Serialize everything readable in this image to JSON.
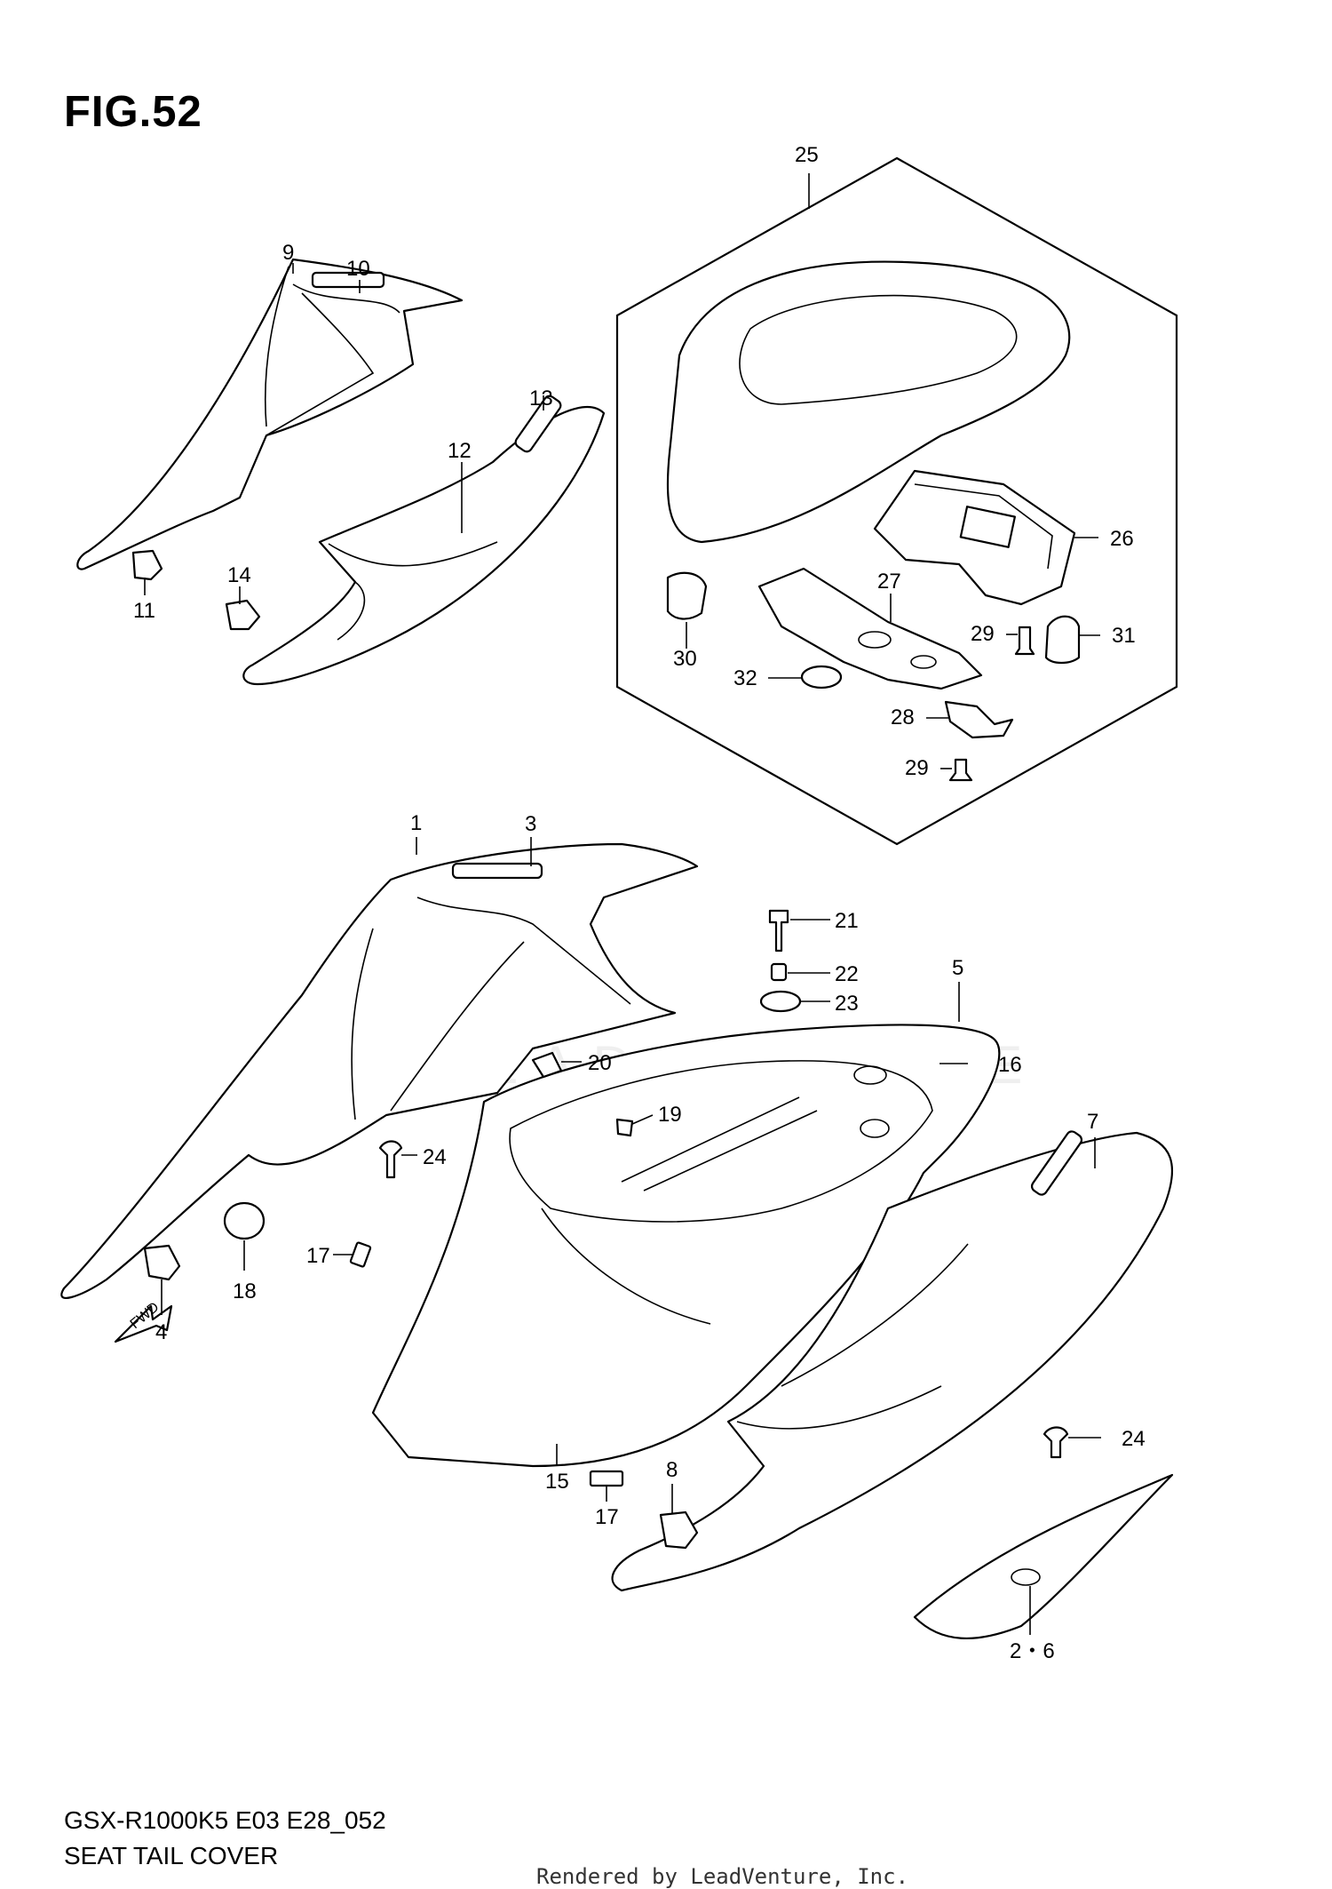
{
  "figure": {
    "title": "FIG.52",
    "model_code": "GSX-R1000K5 E03 E28_052",
    "section_name": "SEAT TAIL COVER",
    "credit": "Rendered by LeadVenture, Inc.",
    "watermark": "LEADVENTURE",
    "fwd_label": "FWD"
  },
  "callouts": [
    {
      "id": "c9",
      "text": "9"
    },
    {
      "id": "c10",
      "text": "10"
    },
    {
      "id": "c11",
      "text": "11"
    },
    {
      "id": "c12",
      "text": "12"
    },
    {
      "id": "c13",
      "text": "13"
    },
    {
      "id": "c14",
      "text": "14"
    },
    {
      "id": "c25",
      "text": "25"
    },
    {
      "id": "c26",
      "text": "26"
    },
    {
      "id": "c27",
      "text": "27"
    },
    {
      "id": "c28",
      "text": "28"
    },
    {
      "id": "c29a",
      "text": "29"
    },
    {
      "id": "c29b",
      "text": "29"
    },
    {
      "id": "c30",
      "text": "30"
    },
    {
      "id": "c31",
      "text": "31"
    },
    {
      "id": "c32",
      "text": "32"
    },
    {
      "id": "c1",
      "text": "1"
    },
    {
      "id": "c3",
      "text": "3"
    },
    {
      "id": "c21",
      "text": "21"
    },
    {
      "id": "c22",
      "text": "22"
    },
    {
      "id": "c23",
      "text": "23"
    },
    {
      "id": "c16",
      "text": "16"
    },
    {
      "id": "c20",
      "text": "20"
    },
    {
      "id": "c19",
      "text": "19"
    },
    {
      "id": "c24a",
      "text": "24"
    },
    {
      "id": "c7",
      "text": "7"
    },
    {
      "id": "c5",
      "text": "5"
    },
    {
      "id": "c4",
      "text": "4"
    },
    {
      "id": "c18",
      "text": "18"
    },
    {
      "id": "c17a",
      "text": "17"
    },
    {
      "id": "c17b",
      "text": "17"
    },
    {
      "id": "c15",
      "text": "15"
    },
    {
      "id": "c8",
      "text": "8"
    },
    {
      "id": "c24b",
      "text": "24"
    },
    {
      "id": "c26x",
      "text": "2・6"
    }
  ]
}
